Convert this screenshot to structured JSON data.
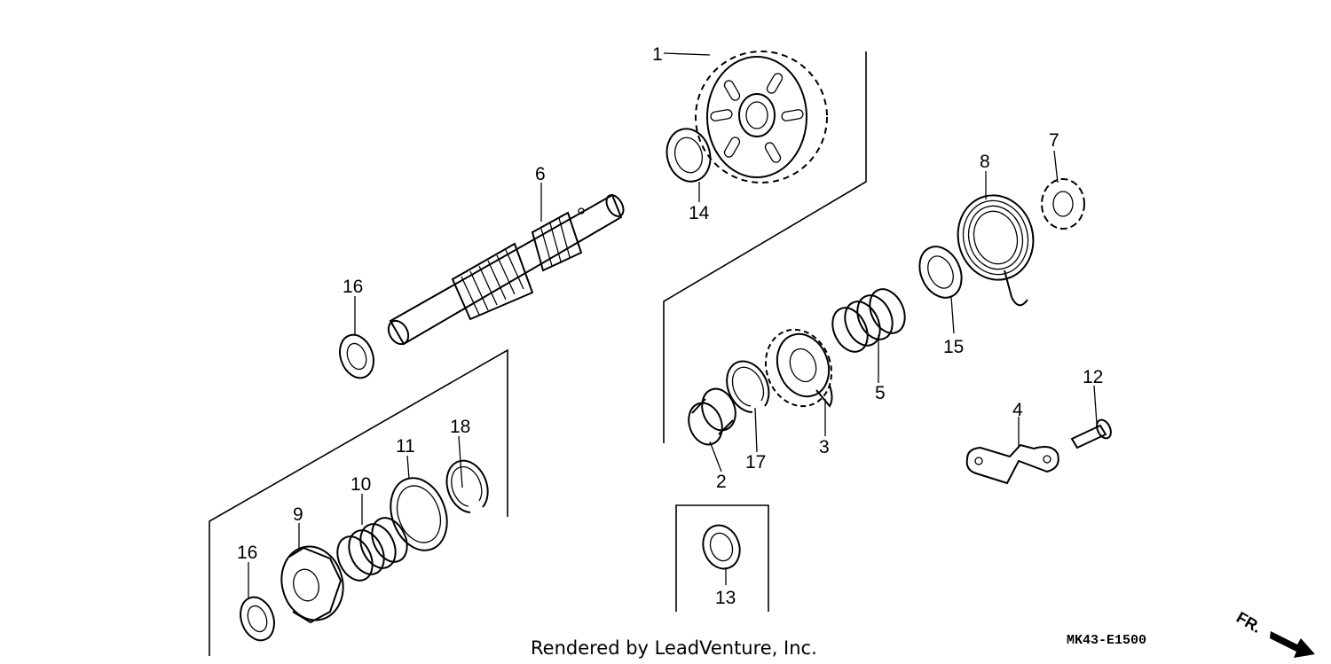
{
  "callouts": [
    {
      "id": "1",
      "label": "1"
    },
    {
      "id": "2",
      "label": "2"
    },
    {
      "id": "3",
      "label": "3"
    },
    {
      "id": "4",
      "label": "4"
    },
    {
      "id": "5",
      "label": "5"
    },
    {
      "id": "6",
      "label": "6"
    },
    {
      "id": "7",
      "label": "7"
    },
    {
      "id": "8",
      "label": "8"
    },
    {
      "id": "9",
      "label": "9"
    },
    {
      "id": "10",
      "label": "10"
    },
    {
      "id": "11",
      "label": "11"
    },
    {
      "id": "12",
      "label": "12"
    },
    {
      "id": "13",
      "label": "13"
    },
    {
      "id": "14",
      "label": "14"
    },
    {
      "id": "15",
      "label": "15"
    },
    {
      "id": "16a",
      "label": "16"
    },
    {
      "id": "16b",
      "label": "16"
    },
    {
      "id": "17",
      "label": "17"
    },
    {
      "id": "18",
      "label": "18"
    }
  ],
  "footer": {
    "credit": "Rendered by LeadVenture, Inc.",
    "diagram_code": "MK43-E1500",
    "direction_label": "FR."
  }
}
